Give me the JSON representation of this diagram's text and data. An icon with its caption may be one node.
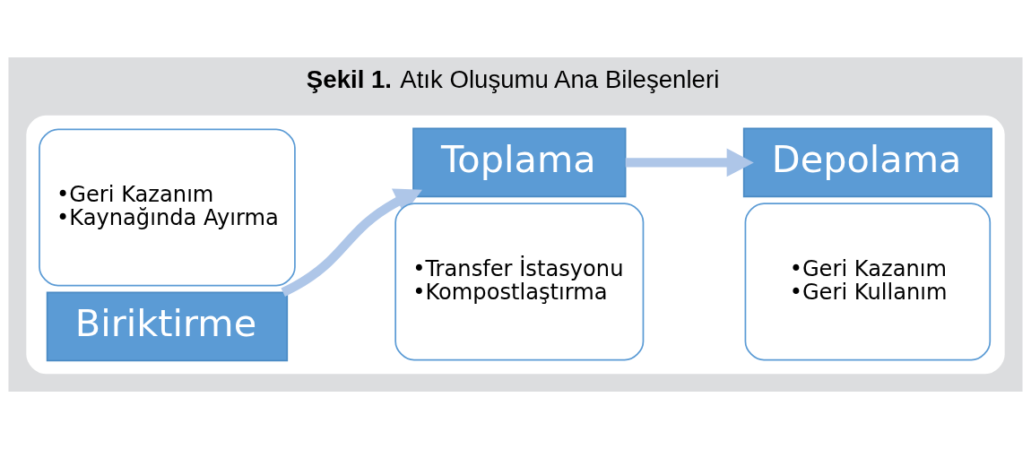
{
  "diagram": {
    "title": "**Şekil 1.** Atık Oluşumu Ana Bileşenleri",
    "nodes": [
      {
        "text": [],
        "shape": "box"
      },
      {
        "text": [
          "•Geri Kazanım",
          "•Kaynağında Ayırma"
        ],
        "in": 0
      },
      {
        "text": [
          "Biriktirme"
        ],
        "in": 0
      },
      {
        "text": [
          "•Transfer İstasyonu",
          "•Kompostlaştırma"
        ],
        "in": 0
      },
      {
        "text": [
          "Toplama"
        ],
        "in": 0
      },
      {
        "text": [
          "•Geri Kazanım",
          "•Geri Kullanım"
        ],
        "in": 0
      },
      {
        "text": [
          "Depolama"
        ],
        "in": 0
      }
    ],
    "edges": [
      {
        "from": 2,
        "to": 4,
        "arrow": "to"
      },
      {
        "from": 4,
        "to": 6,
        "arrow": "to"
      }
    ]
  }
}
